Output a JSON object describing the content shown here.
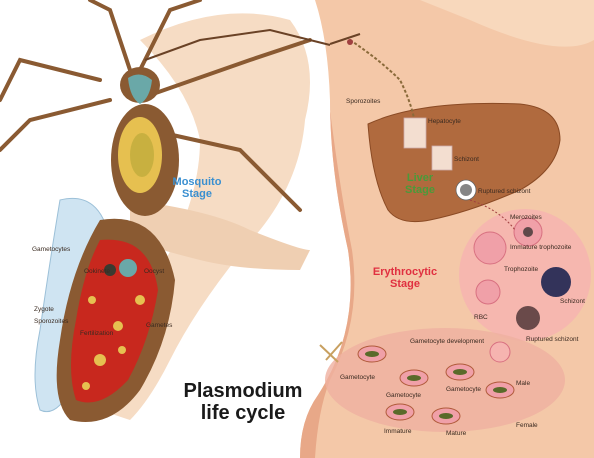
{
  "title": {
    "line1": "Plasmodium",
    "line2": "life cycle"
  },
  "stages": {
    "mosquito": {
      "line1": "Mosquito",
      "line2": "Stage",
      "color": "#3a8fd0"
    },
    "liver": {
      "line1": "Liver",
      "line2": "Stage",
      "color": "#4a9a3a"
    },
    "erythrocytic": {
      "line1": "Erythrocytic",
      "line2": "Stage",
      "color": "#e03040"
    }
  },
  "labels": {
    "mosquito_gut": "Ookinete",
    "mosquito_oocyst": "Oocyst",
    "mosquito_sporozoites": "Sporozoites",
    "mosquito_zygote": "Zygote",
    "mosquito_gametes": "Gametes",
    "mosquito_fertilization": "Fertilization",
    "mosquito_wing": "Gametocytes",
    "skin_bite": "Sporozoites",
    "liver_cell": "Hepatocyte",
    "liver_schizont": "Schizont",
    "liver_rupture": "Ruptured schizont",
    "liver_merozoites": "Merozoites",
    "ery_ring": "Immature trophozoite",
    "ery_troph": "Trophozoite",
    "ery_schizont": "Schizont",
    "ery_rupture": "Ruptured schizont",
    "ery_rbc": "RBC",
    "gam_header": "Gametocyte development",
    "gam_1": "Gametocyte",
    "gam_2": "Gametocyte",
    "gam_3": "Gametocyte",
    "gam_4": "Male",
    "gam_5": "Female",
    "gam_6": "Immature",
    "gam_7": "Mature"
  },
  "colors": {
    "skin": "#f4c8a8",
    "skin_shadow": "#e8a888",
    "liver": "#b06a3e",
    "mosquito_body": "#8a5a32",
    "mosquito_gut": "#c8281e",
    "wing": "#cfe4f2",
    "rbc": "#f0a0a8"
  }
}
